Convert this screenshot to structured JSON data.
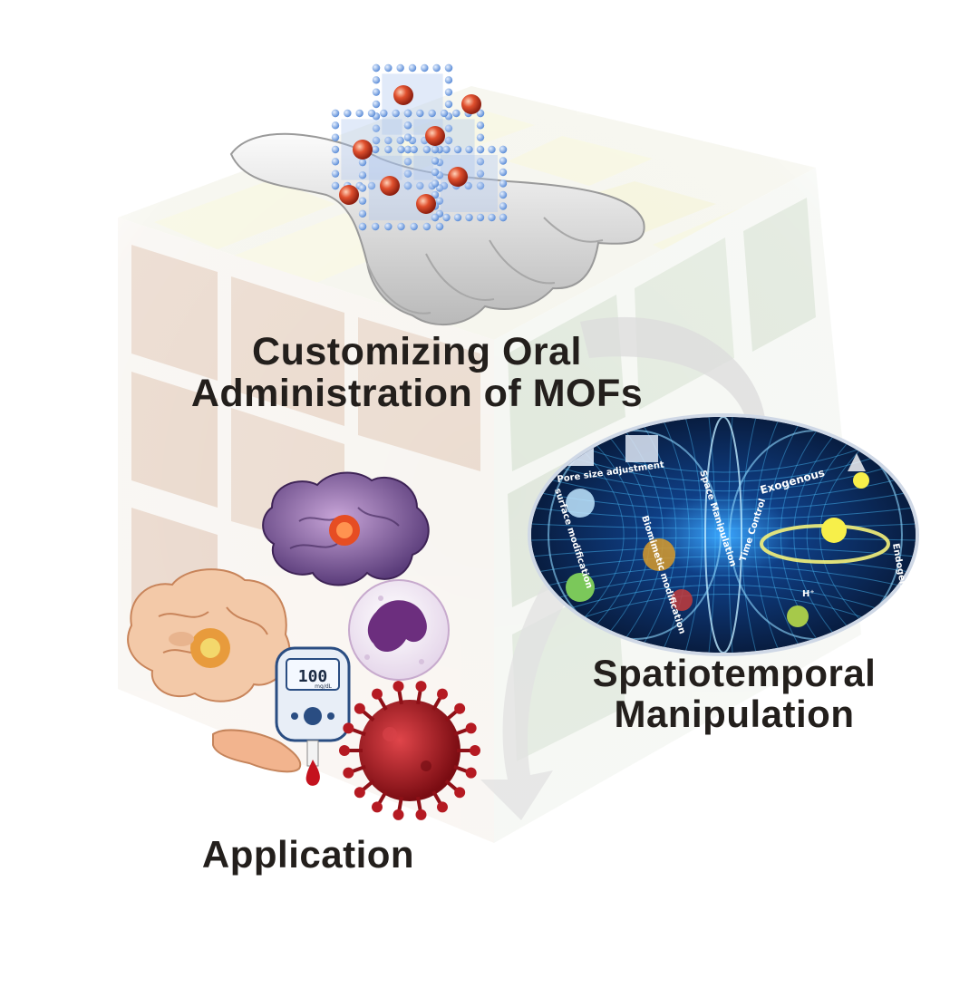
{
  "main_label": {
    "line1": "Customizing Oral",
    "line2": "Administration of MOFs"
  },
  "spatiotemporal": {
    "line1": "Spatiotemporal",
    "line2": "Manipulation",
    "inset": {
      "pore_size": "Pore size adjustment",
      "surface_mod": "surface modification",
      "biomimetic": "Biomimetic modification",
      "space": "Space Manipulation",
      "time": "Time Control",
      "exogenous": "Exogenous",
      "endogenous": "Endogenous",
      "h_ion": "H⁺"
    }
  },
  "application": {
    "label": "Application",
    "meter_reading": "100",
    "meter_unit": "mg/dL"
  },
  "colors": {
    "text": "#231f1c",
    "oval_bg": "#0b1e3e",
    "oval_glow": "#39b6ff",
    "virus": "#a8141c",
    "mof_sphere": "#d9482b",
    "mof_lattice": "#7aa6e8"
  },
  "icons": [
    "rubiks-cube",
    "hand",
    "mof-crystal",
    "curved-arrow",
    "brain",
    "neutrophil-cell",
    "glucose-meter",
    "virus",
    "finger-blood-drop"
  ]
}
